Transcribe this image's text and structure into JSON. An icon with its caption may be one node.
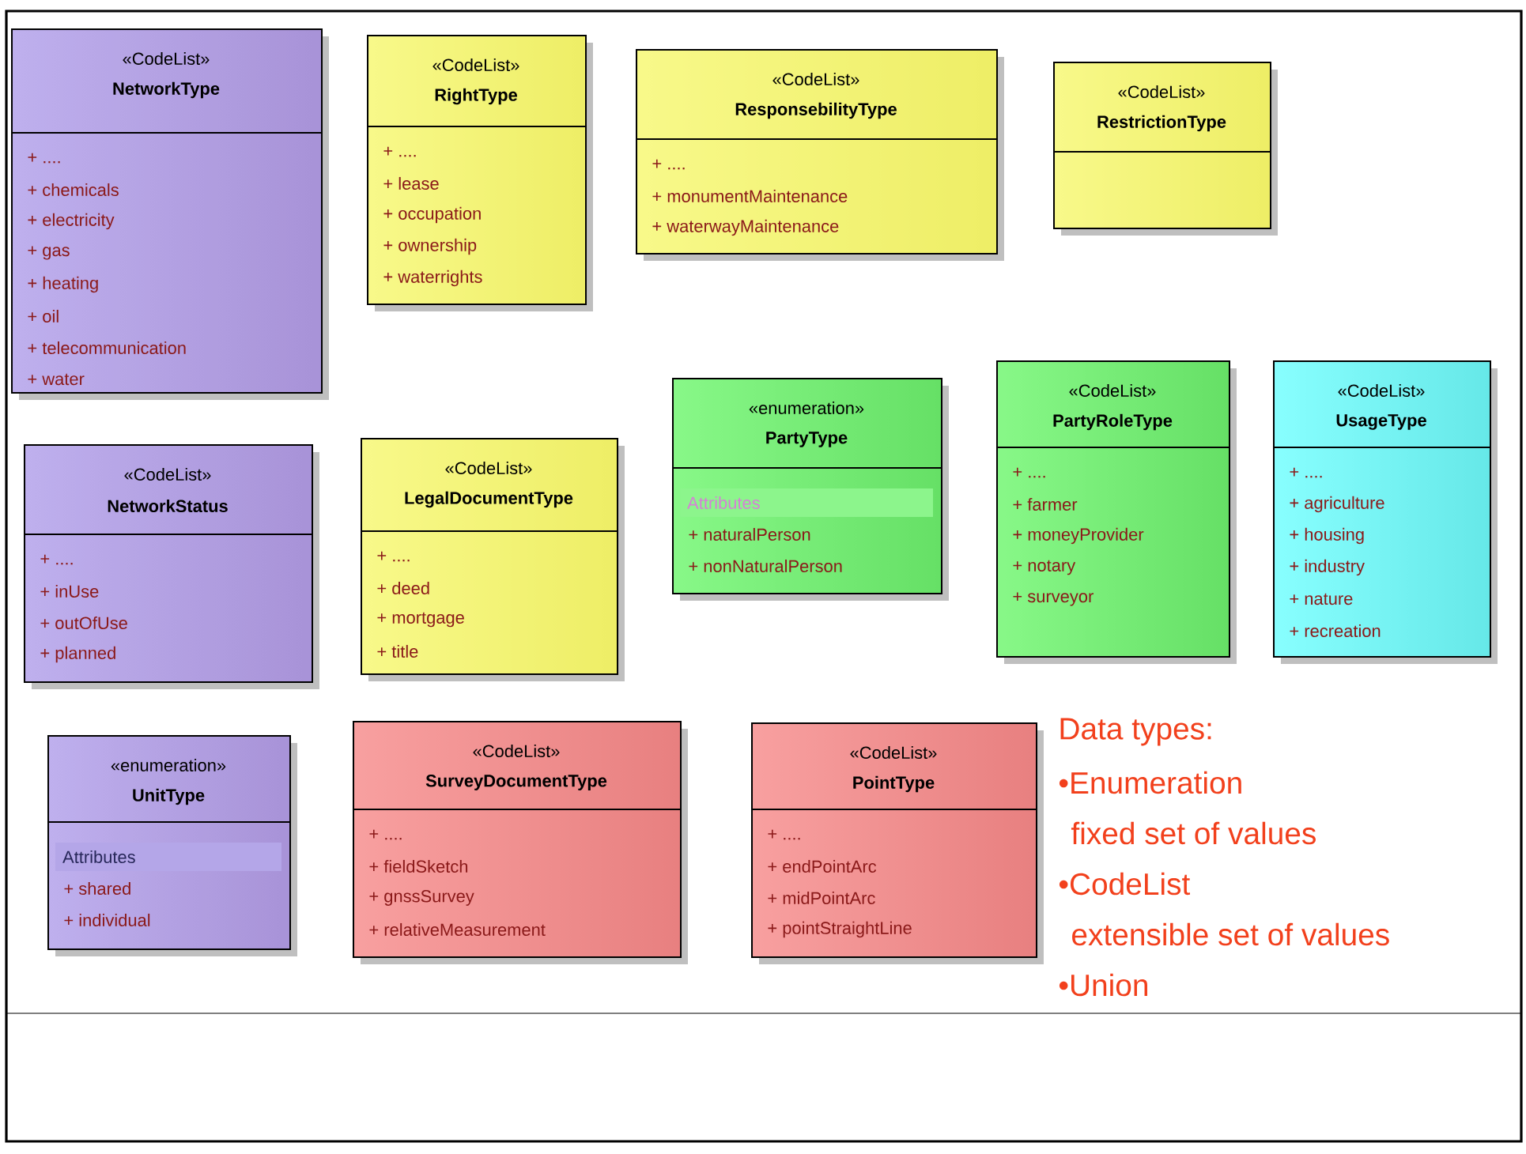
{
  "diagram": {
    "nodes": [
      {
        "text": [
          "«CodeList»",
          "NetworkType",
          "+ ....",
          "+ chemicals",
          "+ electricity",
          "+ gas",
          "+ heating",
          "+ oil",
          "+ telecommunication",
          "+ water"
        ]
      },
      {
        "text": [
          "«CodeList»",
          "RightType",
          "+ ....",
          "+ lease",
          "+ occupation",
          "+ ownership",
          "+ waterrights"
        ]
      },
      {
        "text": [
          "«CodeList»",
          "ResponsebilityType",
          "+ ....",
          "+ monumentMaintenance",
          "+ waterwayMaintenance"
        ]
      },
      {
        "text": [
          "«CodeList»",
          "RestrictionType"
        ]
      },
      {
        "text": [
          "«enumeration»",
          "PartyType",
          "Attributes",
          "+ naturalPerson",
          "+ nonNaturalPerson"
        ]
      },
      {
        "text": [
          "«CodeList»",
          "PartyRoleType",
          "+ ....",
          "+ farmer",
          "+ moneyProvider",
          "+ notary",
          "+ surveyor"
        ]
      },
      {
        "text": [
          "«CodeList»",
          "UsageType",
          "+ ....",
          "+ agriculture",
          "+ housing",
          "+ industry",
          "+ nature",
          "+ recreation"
        ]
      },
      {
        "text": [
          "«CodeList»",
          "NetworkStatus",
          "+ ....",
          "+ inUse",
          "+ outOfUse",
          "+ planned"
        ]
      },
      {
        "text": [
          "«CodeList»",
          "LegalDocumentType",
          "+ ....",
          "+ deed",
          "+ mortgage",
          "+ title"
        ]
      },
      {
        "text": [
          "«enumeration»",
          "UnitType",
          "Attributes",
          "+ shared",
          "+ individual"
        ]
      },
      {
        "text": [
          "«CodeList»",
          "SurveyDocumentType",
          "+ ....",
          "+ fieldSketch",
          "+ gnssSurvey",
          "+ relativeMeasurement"
        ]
      },
      {
        "text": [
          "«CodeList»",
          "PointType",
          "+ ....",
          "+ endPointArc",
          "+ midPointArc",
          "+ pointStraightLine"
        ]
      }
    ],
    "labels": [
      "Data types:",
      "•Enumeration",
      "fixed set of values",
      "•CodeList",
      "extensible set of values",
      "•Union"
    ]
  }
}
